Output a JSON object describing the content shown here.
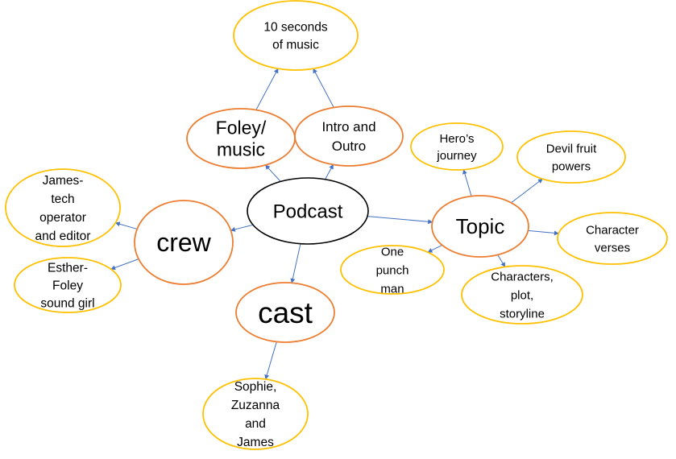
{
  "diagram": {
    "type": "mind-map",
    "colors": {
      "root_stroke": "#000000",
      "branch_stroke": "#ED7D31",
      "leaf_stroke": "#FFC000",
      "edge": "#4472C4",
      "text": "#000000"
    },
    "nodes": [
      {
        "id": "podcast",
        "level": "root",
        "lines": [
          "Podcast"
        ]
      },
      {
        "id": "foley-music",
        "level": "branch",
        "lines": [
          "Foley/",
          "music"
        ]
      },
      {
        "id": "intro-outro",
        "level": "branch",
        "lines": [
          "Intro and",
          "Outro"
        ]
      },
      {
        "id": "crew",
        "level": "branch",
        "lines": [
          "crew"
        ]
      },
      {
        "id": "cast",
        "level": "branch",
        "lines": [
          "cast"
        ]
      },
      {
        "id": "topic",
        "level": "branch",
        "lines": [
          "Topic"
        ]
      },
      {
        "id": "ten-seconds",
        "level": "leaf",
        "lines": [
          "10 seconds",
          "of music"
        ]
      },
      {
        "id": "james-tech",
        "level": "leaf",
        "lines": [
          "James-",
          "tech",
          "operator",
          "and editor"
        ]
      },
      {
        "id": "esther-foley",
        "level": "leaf",
        "lines": [
          "Esther-",
          "Foley",
          "sound girl"
        ]
      },
      {
        "id": "sophie-zuzanna-james",
        "level": "leaf",
        "lines": [
          "Sophie,",
          "Zuzanna",
          "and",
          "James"
        ]
      },
      {
        "id": "heros-journey",
        "level": "leaf",
        "lines": [
          "Hero’s",
          "journey"
        ]
      },
      {
        "id": "devil-fruit",
        "level": "leaf",
        "lines": [
          "Devil fruit",
          "powers"
        ]
      },
      {
        "id": "character-verses",
        "level": "leaf",
        "lines": [
          "Character",
          "verses"
        ]
      },
      {
        "id": "one-punch-man",
        "level": "leaf",
        "lines": [
          "One",
          "punch",
          "man"
        ]
      },
      {
        "id": "characters-plot",
        "level": "leaf",
        "lines": [
          "Characters,",
          "plot,",
          "storyline"
        ]
      }
    ],
    "edges": [
      {
        "from": "podcast",
        "to": "foley-music"
      },
      {
        "from": "podcast",
        "to": "intro-outro"
      },
      {
        "from": "podcast",
        "to": "crew"
      },
      {
        "from": "podcast",
        "to": "cast"
      },
      {
        "from": "podcast",
        "to": "topic"
      },
      {
        "from": "foley-music",
        "to": "ten-seconds"
      },
      {
        "from": "intro-outro",
        "to": "ten-seconds"
      },
      {
        "from": "crew",
        "to": "james-tech"
      },
      {
        "from": "crew",
        "to": "esther-foley"
      },
      {
        "from": "cast",
        "to": "sophie-zuzanna-james"
      },
      {
        "from": "topic",
        "to": "heros-journey"
      },
      {
        "from": "topic",
        "to": "devil-fruit"
      },
      {
        "from": "topic",
        "to": "character-verses"
      },
      {
        "from": "topic",
        "to": "one-punch-man"
      },
      {
        "from": "topic",
        "to": "characters-plot"
      }
    ]
  }
}
